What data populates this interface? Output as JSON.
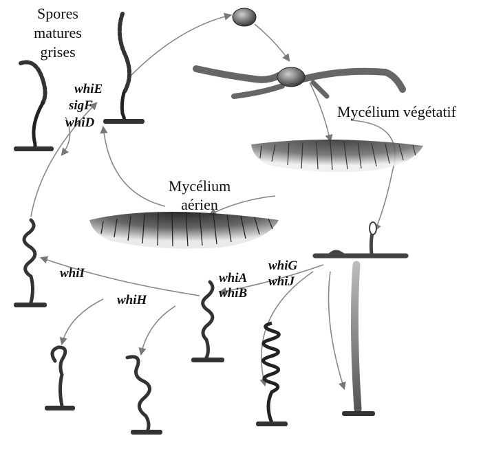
{
  "labels": {
    "spores": [
      "Spores",
      "matures",
      "grises"
    ],
    "vegetative": "Mycélium végétatif",
    "aerial": [
      "Mycélium",
      "aérien"
    ]
  },
  "genes": {
    "whiE": "whiE",
    "sigF": "sigF",
    "whiD": "whiD",
    "whiI": "whiI",
    "whiH": "whiH",
    "whiA": "whiA",
    "whiB": "whiB",
    "whiG": "whiG",
    "whiJ": "whiJ"
  }
}
